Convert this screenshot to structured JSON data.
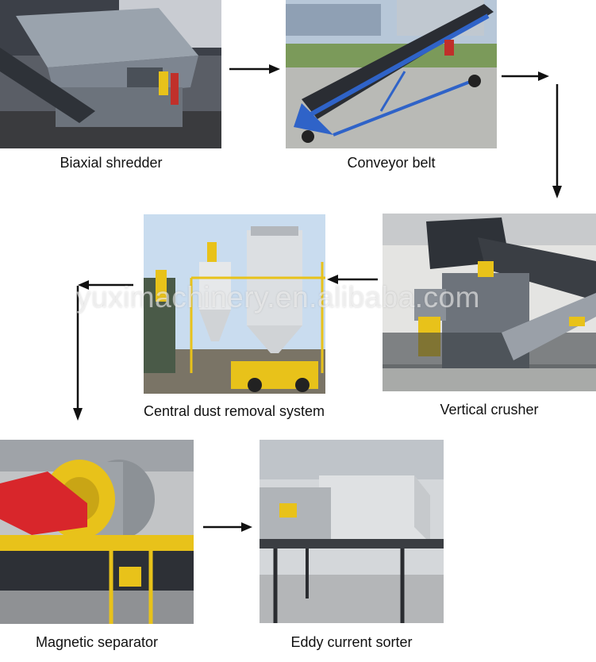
{
  "steps": [
    {
      "label": "Biaxial shredder",
      "image": "biaxial-shredder-photo"
    },
    {
      "label": "Conveyor belt",
      "image": "conveyor-belt-photo"
    },
    {
      "label": "Vertical crusher",
      "image": "vertical-crusher-photo"
    },
    {
      "label": "Central dust removal system",
      "image": "dust-removal-photo"
    },
    {
      "label": "Magnetic separator",
      "image": "magnetic-separator-photo"
    },
    {
      "label": "Eddy current sorter",
      "image": "eddy-current-sorter-photo"
    }
  ],
  "watermark": "yuximachinery.en.alibaba.com",
  "colors": {
    "arrow": "#111111",
    "machine_blue": "#2f63c8",
    "machine_gray": "#8a8f96",
    "machine_yellow": "#f2c21b",
    "machine_red": "#d8262b"
  }
}
